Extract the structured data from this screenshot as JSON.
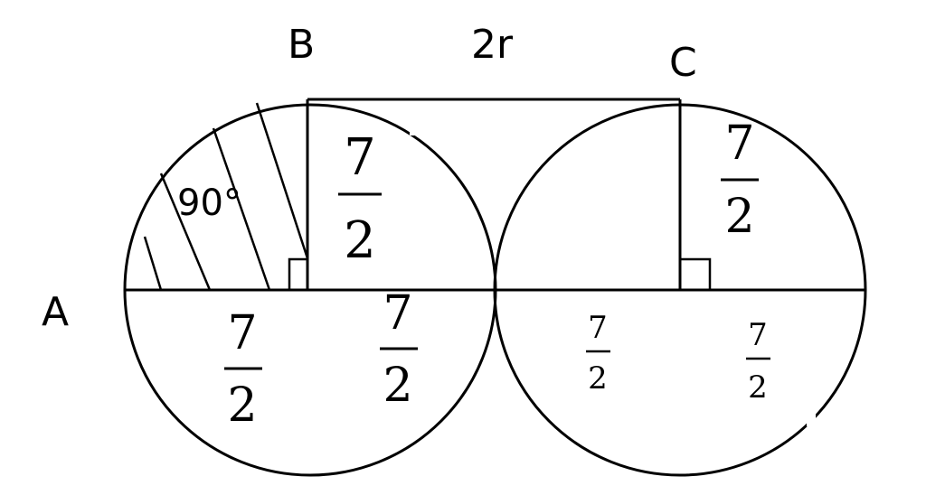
{
  "diagram": {
    "point_labels": {
      "a": "A",
      "b": "B",
      "c": "C"
    },
    "distance_label": "2r",
    "angle_label": "90°",
    "fractions": [
      {
        "num": "7",
        "den": "2"
      },
      {
        "num": "7",
        "den": "2"
      },
      {
        "num": "7",
        "den": "2"
      },
      {
        "num": "7",
        "den": "2"
      },
      {
        "num": "7",
        "den": "2"
      },
      {
        "num": "7",
        "den": "2"
      }
    ],
    "colors": {
      "ink": "#000000",
      "background": "#ffffff"
    }
  }
}
